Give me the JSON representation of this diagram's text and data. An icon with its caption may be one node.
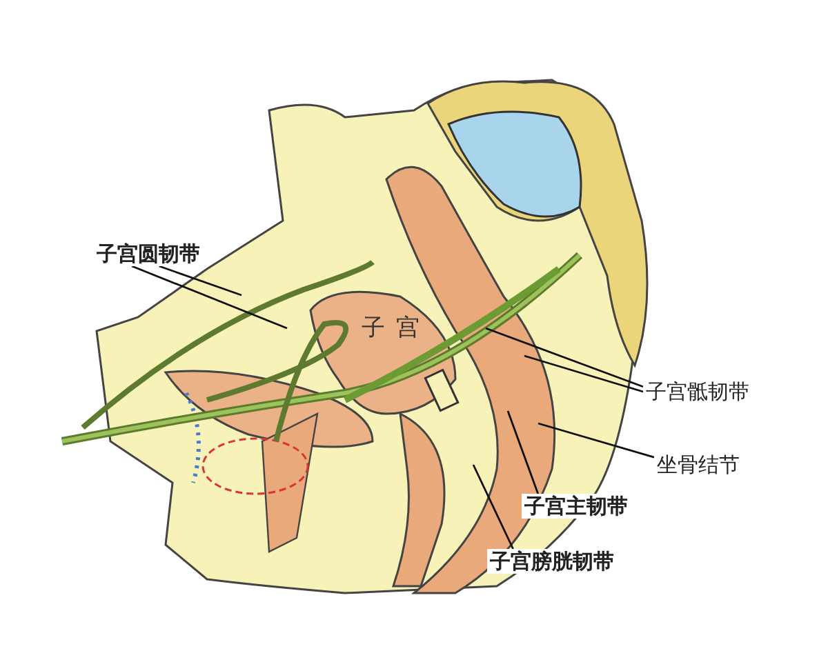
{
  "diagram": {
    "nodes": [
      {
        "text": [
          "子宫圆韧带"
        ]
      },
      {
        "text": [
          "子宫骶韧带"
        ]
      },
      {
        "text": [
          "坐骨结节"
        ]
      },
      {
        "text": [
          "子宫主韧带"
        ]
      },
      {
        "text": [
          "子宫膀胱韧带"
        ]
      }
    ],
    "edges": [
      {
        "from": 0,
        "to": null,
        "arrow": "none"
      },
      {
        "from": 0,
        "to": null,
        "arrow": "none"
      },
      {
        "from": 1,
        "to": null,
        "arrow": "none"
      },
      {
        "from": 1,
        "to": null,
        "arrow": "none"
      },
      {
        "from": 2,
        "to": null,
        "arrow": "none"
      },
      {
        "from": 3,
        "to": null,
        "arrow": "none"
      },
      {
        "from": 4,
        "to": null,
        "arrow": "none"
      }
    ],
    "labels": [
      "子宫"
    ]
  }
}
